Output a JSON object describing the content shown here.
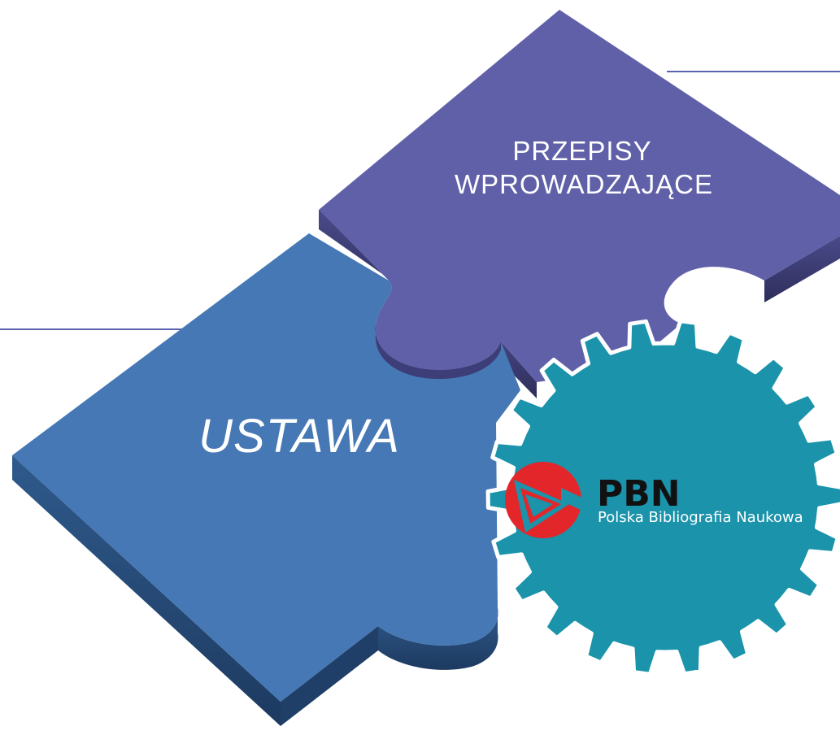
{
  "diagram": {
    "left_piece": {
      "label": "USTAWA",
      "color": "#4578b4"
    },
    "top_piece": {
      "label_line1": "PRZEPISY",
      "label_line2": "WPROWADZAJĄCE",
      "color": "#6060a8"
    },
    "gear": {
      "color": "#1a93ab",
      "logo": {
        "title": "PBN",
        "subtitle": "Polska Bibliografia Naukowa",
        "logo_color": "#e3262a"
      }
    },
    "accent_line_color": "#5a64b0"
  }
}
